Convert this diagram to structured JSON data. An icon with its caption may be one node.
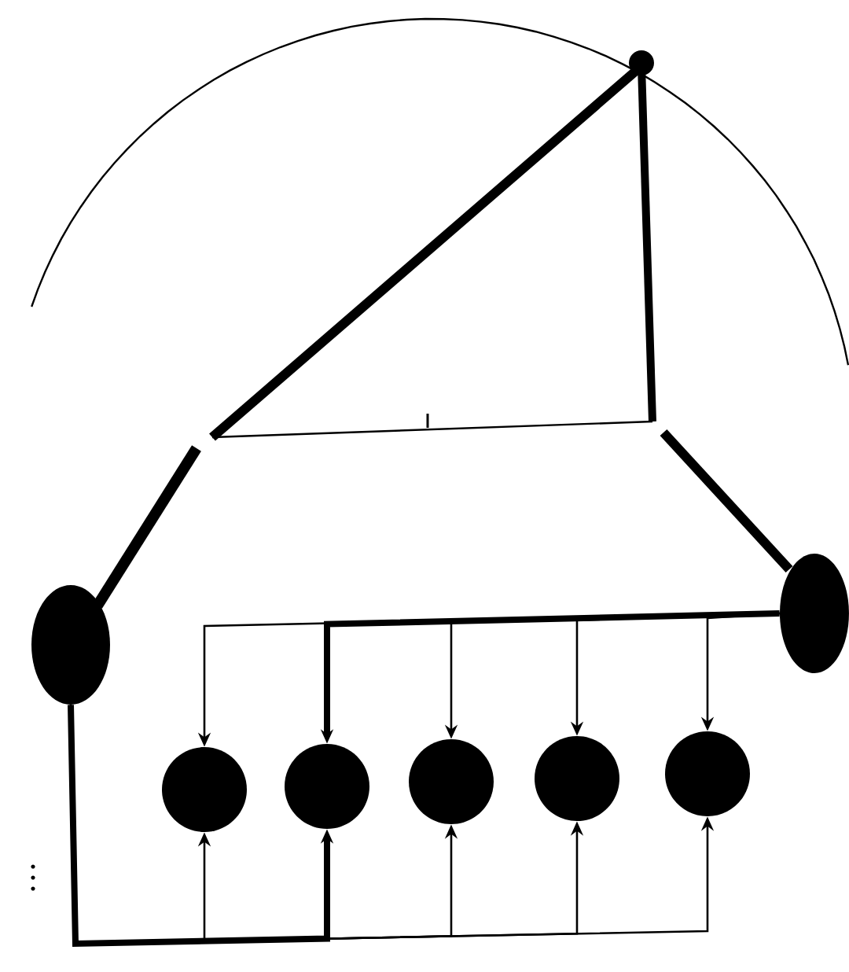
{
  "diagram": {
    "nodes": [
      {
        "text": [],
        "shape": "ellipse"
      },
      {
        "text": [],
        "shape": "ellipse"
      },
      {
        "text": [],
        "shape": "circle"
      },
      {
        "text": [],
        "shape": "circle"
      },
      {
        "text": [],
        "shape": "circle"
      },
      {
        "text": [],
        "shape": "circle"
      },
      {
        "text": [],
        "shape": "circle"
      }
    ],
    "edges": [
      {
        "from": 1,
        "to": 2,
        "arrow": "to"
      },
      {
        "from": 1,
        "to": 3,
        "arrow": "to",
        "style": "thick"
      },
      {
        "from": 1,
        "to": 4,
        "arrow": "to"
      },
      {
        "from": 1,
        "to": 5,
        "arrow": "to"
      },
      {
        "from": 1,
        "to": 6,
        "arrow": "to"
      },
      {
        "from": 0,
        "to": 2,
        "arrow": "to"
      },
      {
        "from": 0,
        "to": 3,
        "arrow": "to",
        "style": "thick"
      },
      {
        "from": 0,
        "to": 4,
        "arrow": "to"
      },
      {
        "from": 0,
        "to": 5,
        "arrow": "to"
      },
      {
        "from": 0,
        "to": 6,
        "arrow": "to"
      }
    ]
  }
}
